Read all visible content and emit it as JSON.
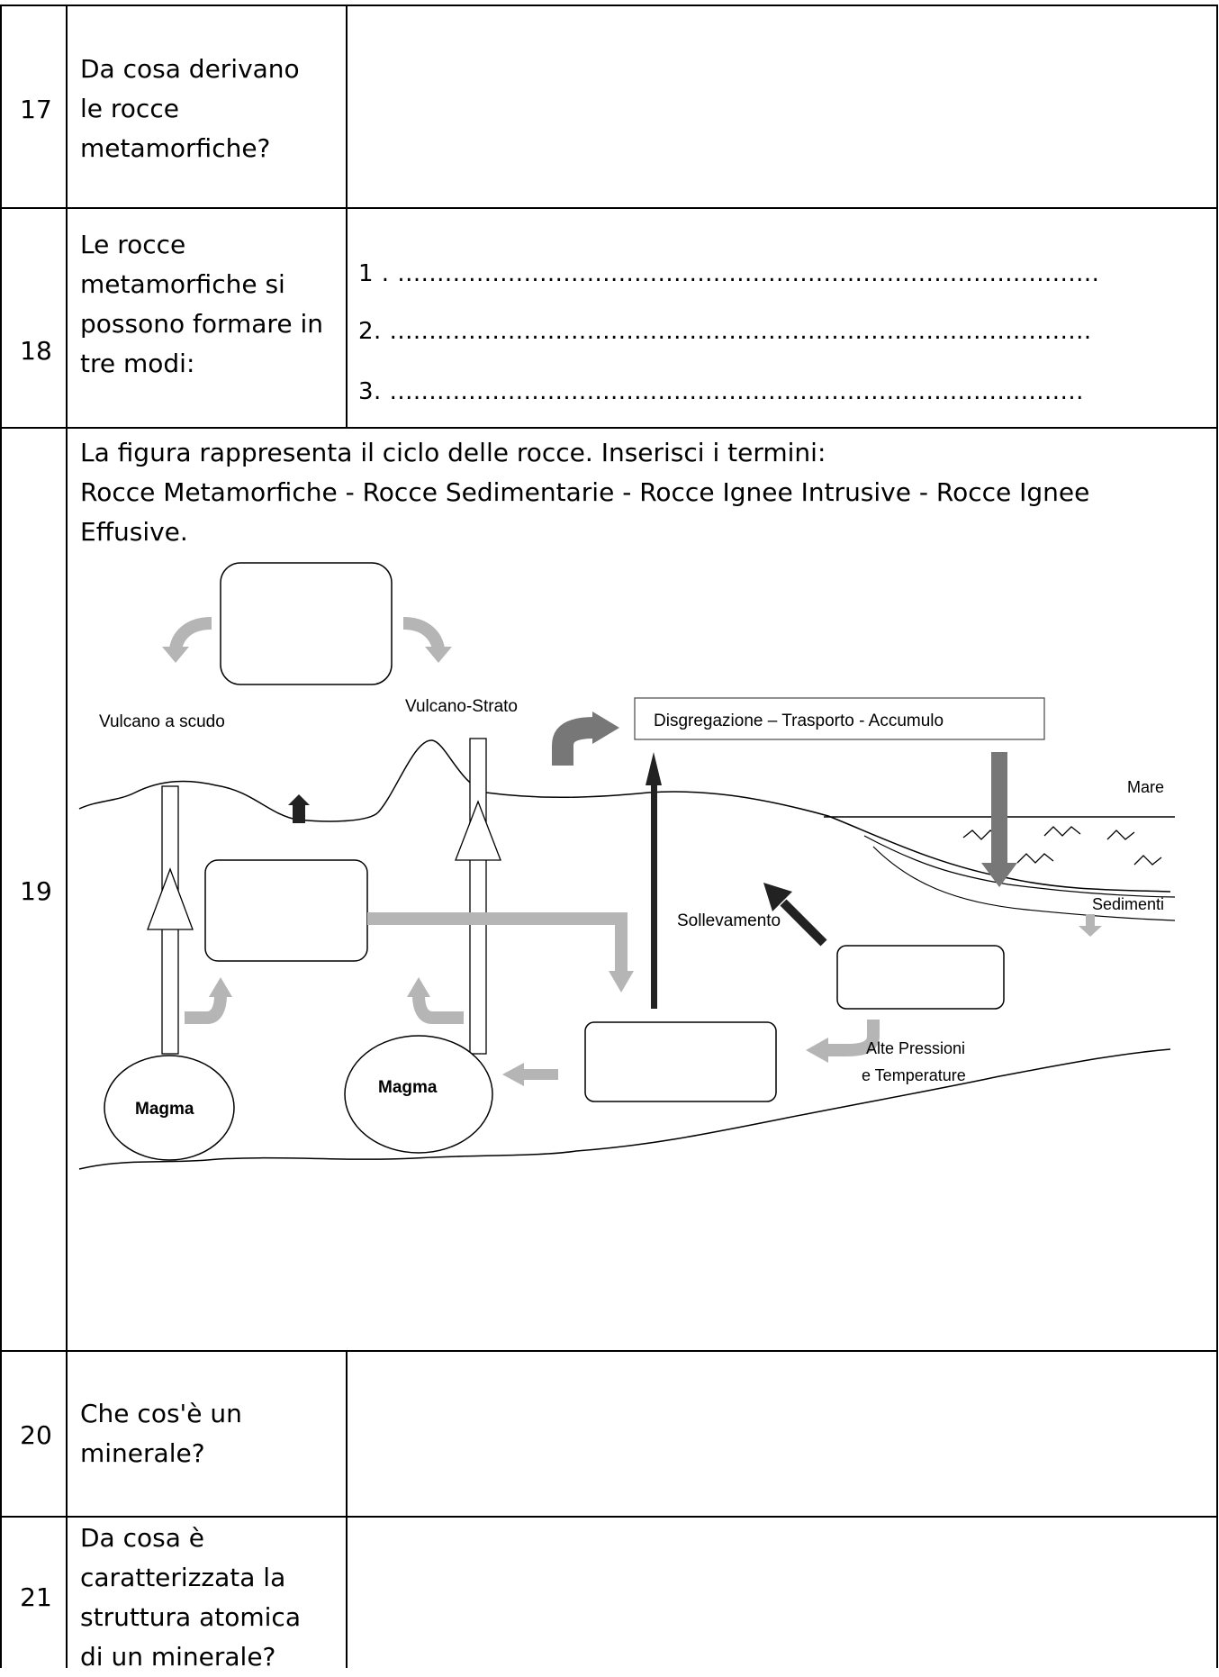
{
  "rows": [
    {
      "number": "17",
      "question": "Da cosa derivano le rocce metamorfiche?"
    },
    {
      "number": "18",
      "question": "Le rocce metamorfiche si possono formare in tre modi:",
      "answer_lines": [
        "1 . .........................................................................................",
        "2. .........................................................................................",
        "3. ........................................................................................"
      ]
    },
    {
      "number": "19",
      "instruction_line1": "La figura rappresenta il ciclo delle rocce. Inserisci i termini:",
      "instruction_line2": "Rocce Metamorfiche - Rocce Sedimentarie - Rocce Ignee Intrusive - Rocce Ignee Effusive."
    },
    {
      "number": "20",
      "question": "Che cos'è un minerale?"
    },
    {
      "number": "21",
      "question": "Da cosa è caratterizzata la struttura atomica di un minerale?"
    }
  ],
  "figure": {
    "labels": {
      "vulcano_scudo": "Vulcano a scudo",
      "vulcano_strato": "Vulcano-Strato",
      "process": "Disgregazione – Trasporto - Accumulo",
      "mare": "Mare",
      "sedimenti": "Sedimenti",
      "sollevamento": "Sollevamento",
      "alte_pressioni": "Alte Pressioni",
      "temperature": "e Temperature",
      "magma_left": "Magma",
      "magma_right": "Magma"
    }
  }
}
